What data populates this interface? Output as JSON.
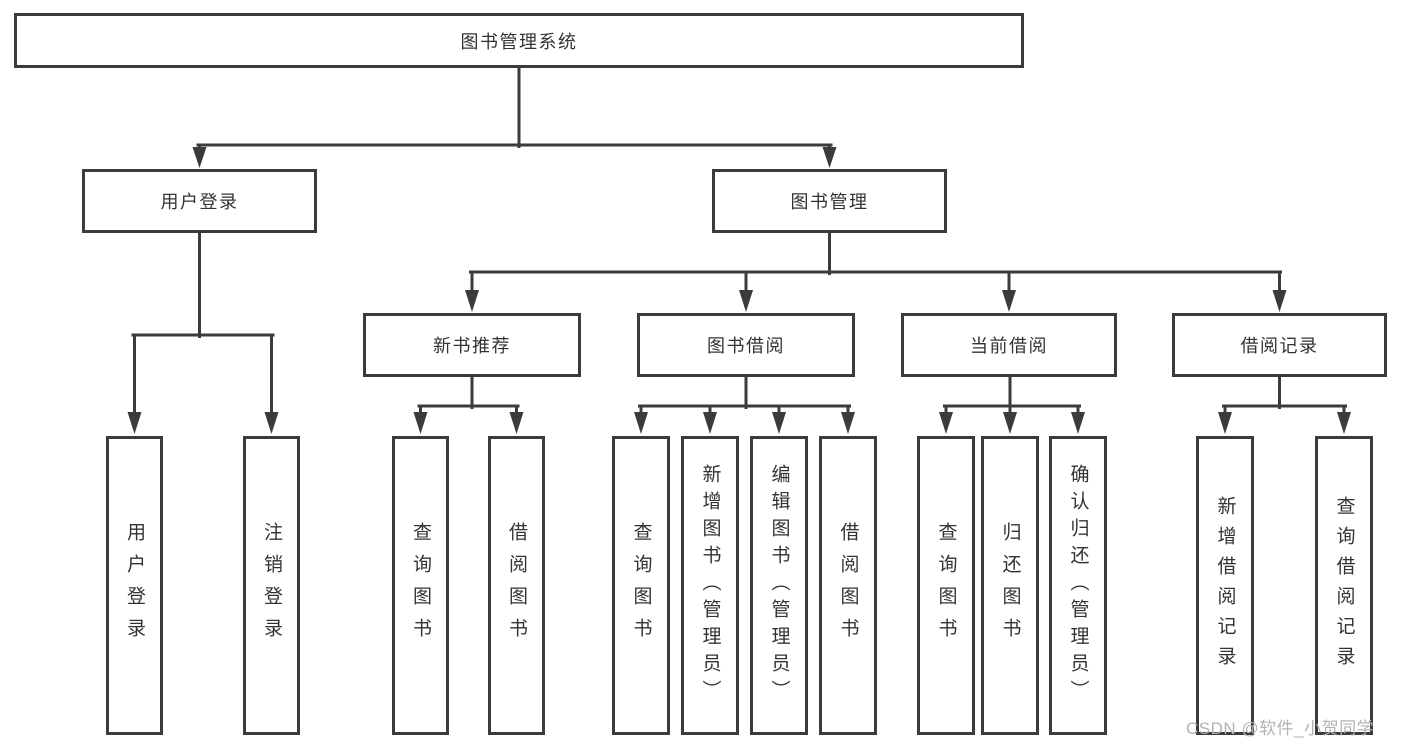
{
  "tree": {
    "root": {
      "label": "图书管理系统"
    },
    "branches": [
      {
        "label": "用户登录",
        "children": [
          {
            "label": "用户登录"
          },
          {
            "label": "注销登录"
          }
        ]
      },
      {
        "label": "图书管理",
        "children": [
          {
            "label": "新书推荐",
            "children": [
              {
                "label": "查询图书"
              },
              {
                "label": "借阅图书"
              }
            ]
          },
          {
            "label": "图书借阅",
            "children": [
              {
                "label": "查询图书"
              },
              {
                "label": "新增图书（管理员）"
              },
              {
                "label": "编辑图书（管理员）"
              },
              {
                "label": "借阅图书"
              }
            ]
          },
          {
            "label": "当前借阅",
            "children": [
              {
                "label": "查询图书"
              },
              {
                "label": "归还图书"
              },
              {
                "label": "确认归还（管理员）"
              }
            ]
          },
          {
            "label": "借阅记录",
            "children": [
              {
                "label": "新增借阅记录"
              },
              {
                "label": "查询借阅记录"
              }
            ]
          }
        ]
      }
    ]
  },
  "watermark": {
    "text": "CSDN @软件_小贺同学"
  },
  "colors": {
    "line": "#3b3b3b",
    "text": "#333333",
    "background": "#ffffff",
    "watermark": "#b3b3b3"
  }
}
